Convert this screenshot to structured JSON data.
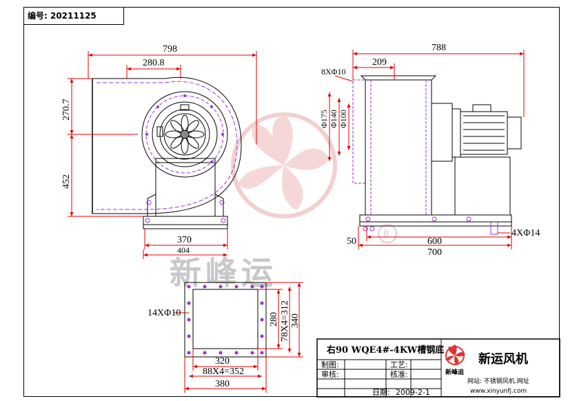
{
  "header": {
    "code_label": "编号: 20211125"
  },
  "front_view": {
    "dims": {
      "overall_width": "798",
      "outlet_offset": "280.8",
      "top_height": "270.7",
      "center_height": "452",
      "base_inner": "370",
      "base_outer": "404"
    }
  },
  "side_view": {
    "dims": {
      "overall_length": "788",
      "flange_depth": "209",
      "bolt_holes": "8XΦ10",
      "d175": "Φ175",
      "d140": "Φ140",
      "d100": "Φ100",
      "base_offset": "50",
      "base_inner": "600",
      "base_outer": "700",
      "foot_holes": "4XΦ14"
    }
  },
  "outlet_flange": {
    "dims": {
      "holes": "14XΦ10",
      "inner_h": "280",
      "pitch_h": "78X4=312",
      "outer_h": "340",
      "inner_w": "320",
      "pitch_w": "88X4=352",
      "outer_w": "380"
    }
  },
  "watermark": {
    "text": "新峰运",
    "registered": "R"
  },
  "title_block": {
    "model": "右90 WQE4#-4KW槽钢底",
    "labels": {
      "drawn": "制图:",
      "process": "工艺:",
      "review": "审核:",
      "check": "核准:",
      "date_label": "日期:"
    },
    "date": "2009-2-1",
    "company_logo_text": "新峰运",
    "company_name": "新运风机",
    "website_label": "网站: 不锈钢风机.网址",
    "website_url": "www.xinyunfj.com"
  }
}
